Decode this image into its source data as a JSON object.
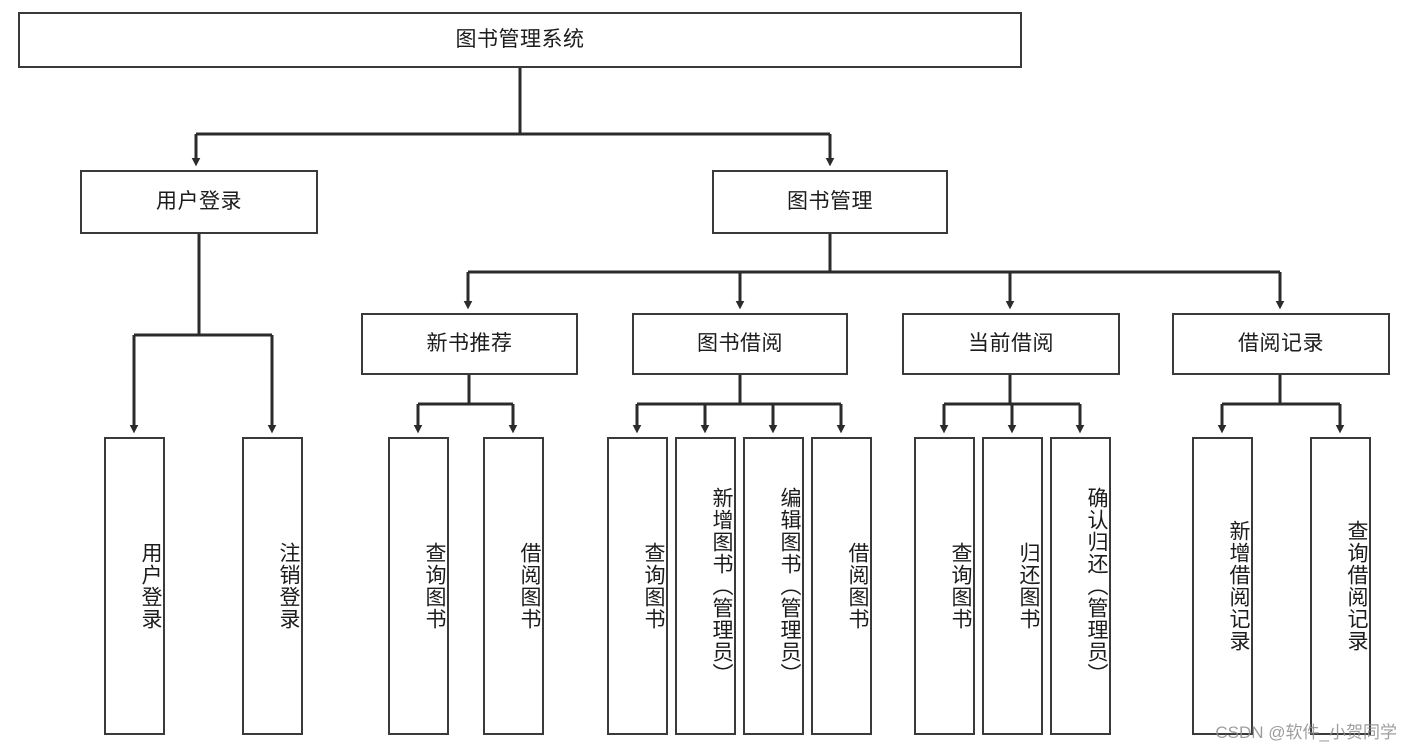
{
  "diagram": {
    "title": "图书管理系统",
    "type": "tree-hierarchy-diagram",
    "colors": {
      "box_border": "#3a3a3a",
      "box_fill": "#ffffff",
      "edge": "#2b2b2b",
      "text": "#1c1c1c",
      "watermark": "#8e8e8e"
    },
    "root": {
      "label": "图书管理系统"
    },
    "level2": [
      {
        "label": "用户登录"
      },
      {
        "label": "图书管理"
      }
    ],
    "level3": [
      {
        "label": "新书推荐"
      },
      {
        "label": "图书借阅"
      },
      {
        "label": "当前借阅"
      },
      {
        "label": "借阅记录"
      }
    ],
    "leaves_user_login": [
      {
        "label": "用户登录"
      },
      {
        "label": "注销登录"
      }
    ],
    "leaves_new_book": [
      {
        "label": "查询图书"
      },
      {
        "label": "借阅图书"
      }
    ],
    "leaves_borrow": [
      {
        "label": "查询图书"
      },
      {
        "label": "新增图书（管理员）"
      },
      {
        "label": "编辑图书（管理员）"
      },
      {
        "label": "借阅图书"
      }
    ],
    "leaves_current": [
      {
        "label": "查询图书"
      },
      {
        "label": "归还图书"
      },
      {
        "label": "确认归还（管理员）"
      }
    ],
    "leaves_records": [
      {
        "label": "新增借阅记录"
      },
      {
        "label": "查询借阅记录"
      }
    ]
  },
  "watermark": {
    "text": "CSDN @软件_小贺同学"
  }
}
